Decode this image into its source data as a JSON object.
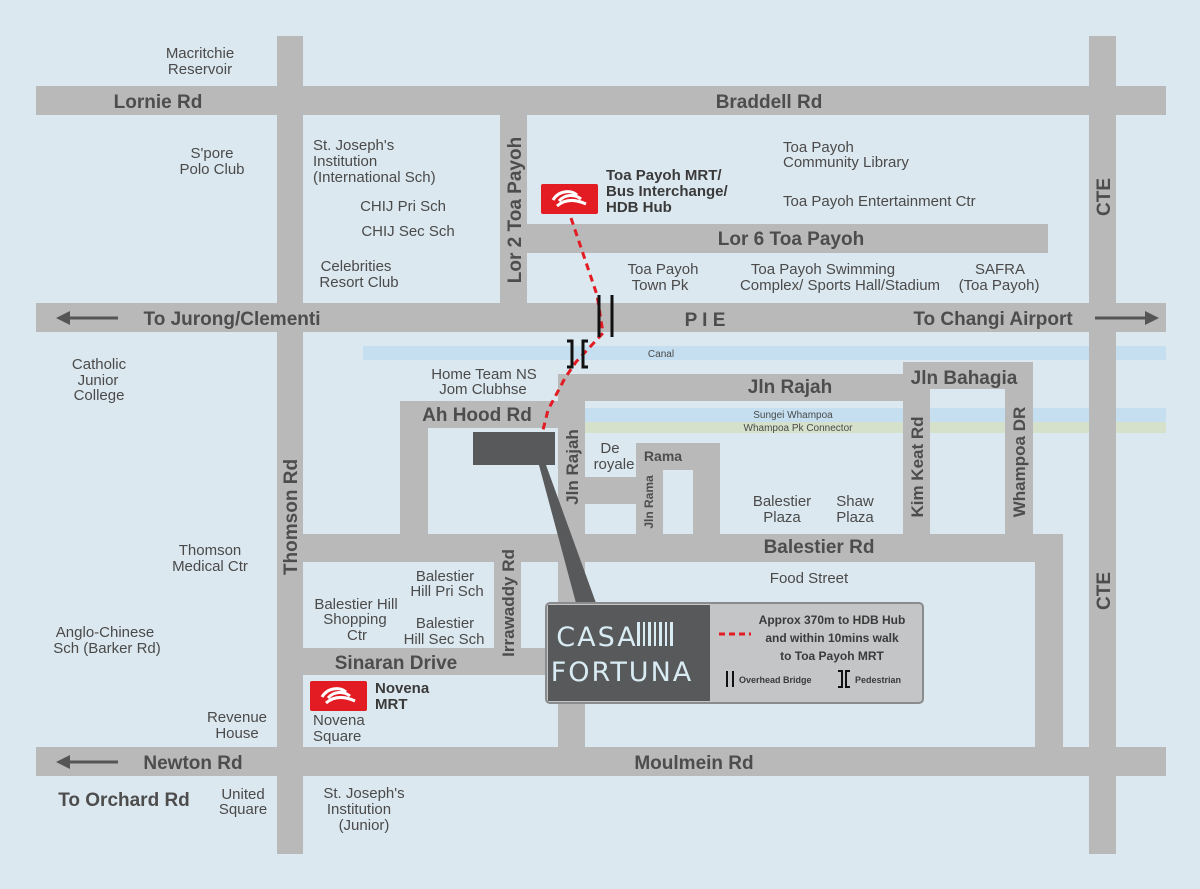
{
  "roads": {
    "lornie": "Lornie Rd",
    "braddell": "Braddell Rd",
    "lor2": "Lor 2 Toa Payoh",
    "lor6": "Lor 6 Toa Payoh",
    "pie": "P  I  E",
    "to_jurong": "To Jurong/Clementi",
    "to_changi": "To Changi Airport",
    "cte_top": "CTE",
    "cte_bottom": "CTE",
    "ah_hood": "Ah Hood Rd",
    "jln_rajah_h": "Jln Rajah",
    "jln_bahagia": "Jln Bahagia",
    "kim_keat": "Kim Keat Rd",
    "whampoa_dr": "Whampoa DR",
    "jln_rajah_v": "Jln Rajah",
    "jln_rama": "Jln Rama",
    "rama": "Rama",
    "thomson": "Thomson Rd",
    "balestier": "Balestier Rd",
    "irrawaddy": "Irrawaddy Rd",
    "sinaran": "Sinaran Drive",
    "newton": "Newton Rd",
    "moulmein": "Moulmein Rd",
    "to_orchard": "To Orchard Rd"
  },
  "waterways": {
    "canal": "Canal",
    "sungei": "Sungei Whampoa",
    "connector": "Whampoa Pk Connector"
  },
  "places": {
    "macritchie": [
      "Macritchie",
      "Reservoir"
    ],
    "polo": [
      "S'pore",
      "Polo Club"
    ],
    "sji_intl": [
      "St. Joseph's",
      "Institution",
      "(International Sch)"
    ],
    "chij_pri": "CHIJ Pri Sch",
    "chij_sec": "CHIJ Sec Sch",
    "celebrities": [
      "Celebrities",
      "Resort Club"
    ],
    "tp_library": [
      "Toa Payoh",
      "Community Library"
    ],
    "tp_entertainment": "Toa Payoh Entertainment Ctr",
    "tp_town_pk": [
      "Toa Payoh",
      "Town Pk"
    ],
    "tp_swimming": [
      "Toa Payoh Swimming",
      "Complex/ Sports Hall/Stadium"
    ],
    "safra": [
      "SAFRA",
      "(Toa Payoh)"
    ],
    "catholic_jc": [
      "Catholic",
      "Junior",
      "College"
    ],
    "home_team": [
      "Home Team NS",
      "Jom Clubhse"
    ],
    "de_royale": [
      "De",
      "royale"
    ],
    "balestier_plaza": [
      "Balestier",
      "Plaza"
    ],
    "shaw_plaza": [
      "Shaw",
      "Plaza"
    ],
    "thomson_medical": [
      "Thomson",
      "Medical Ctr"
    ],
    "food_street": "Food Street",
    "balestier_hill_pri": [
      "Balestier",
      "Hill Pri Sch"
    ],
    "balestier_hill_shopping": [
      "Balestier Hill",
      "Shopping",
      "Ctr"
    ],
    "balestier_hill_sec": [
      "Balestier",
      "Hill Sec Sch"
    ],
    "acs_barker": [
      "Anglo-Chinese",
      "Sch (Barker Rd)"
    ],
    "novena_square": [
      "Novena",
      "Square"
    ],
    "revenue_house": [
      "Revenue",
      "House"
    ],
    "united_square": [
      "United",
      "Square"
    ],
    "sji_junior": [
      "St. Joseph's",
      "Institution",
      "(Junior)"
    ]
  },
  "mrt": {
    "toa_payoh": [
      "Toa Payoh MRT/",
      "Bus Interchange/",
      "HDB Hub"
    ],
    "novena": [
      "Novena",
      "MRT"
    ],
    "icon": "mrt-logo-icon",
    "color": "#e31b23"
  },
  "legend": {
    "brand_line1": "CASA",
    "brand_line2": "FORTUNA",
    "note": [
      "Approx 370m to HDB Hub",
      "and within 10mins walk",
      "to Toa Payoh MRT"
    ],
    "overhead_bridge": "Overhead Bridge",
    "pedestrian": "Pedestrian"
  },
  "colors": {
    "background": "#dce8ef",
    "road": "#b9b9b9",
    "canal": "#c5dff0",
    "connector": "#d5e1cb",
    "site": "#58595b",
    "walk_route": "#e31b23"
  }
}
